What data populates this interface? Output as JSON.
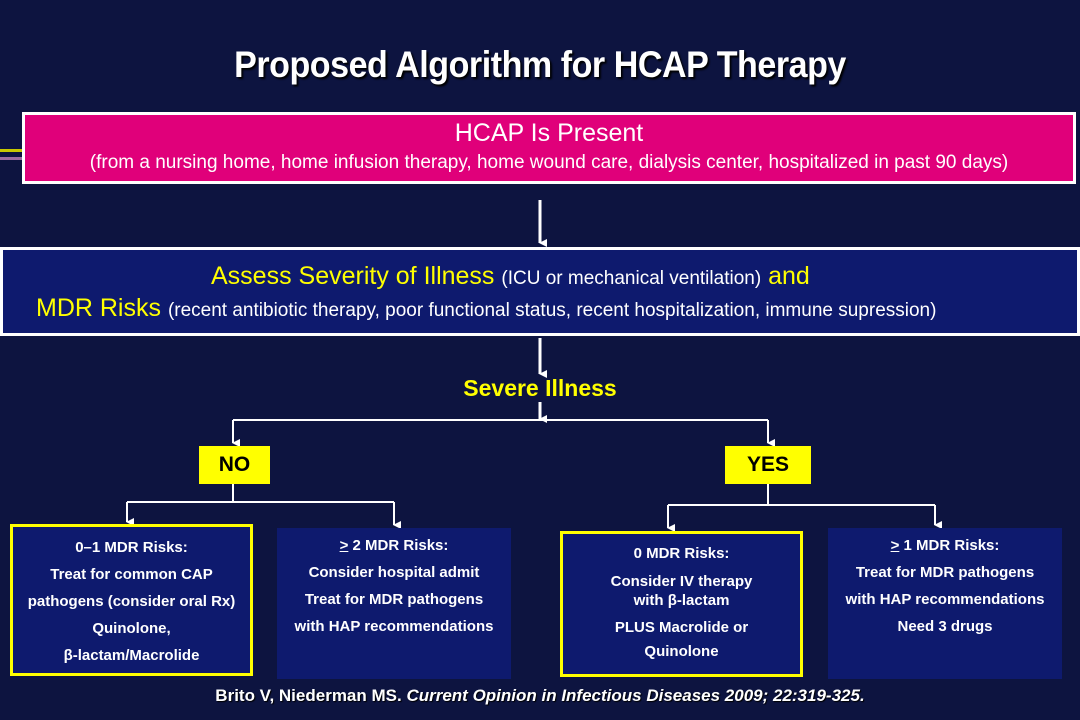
{
  "title": "Proposed Algorithm for HCAP Therapy",
  "colors": {
    "background": "#0d1440",
    "hcap_box": "#e0007a",
    "assess_box": "#0e1a6e",
    "highlight": "#ffff00",
    "deco_line_1": "#c8c800",
    "deco_line_2": "#9a6aa0"
  },
  "hcap": {
    "title": "HCAP Is Present",
    "subtitle": "(from a nursing home, home infusion therapy, home wound care, dialysis center, hospitalized in past 90 days)"
  },
  "assess": {
    "line1_main": "Assess Severity of Illness",
    "line1_detail": "(ICU or mechanical ventilation)",
    "line1_join": "and",
    "line2_main": "MDR Risks",
    "line2_detail": "(recent antibiotic therapy, poor functional status, recent  hospitalization, immune supression)"
  },
  "severe_label": "Severe Illness",
  "decisions": {
    "no": "NO",
    "yes": "YES"
  },
  "cards": {
    "no_low": {
      "heading": "0–1 MDR Risks:",
      "lines": [
        "Treat for common CAP",
        "pathogens (consider oral Rx)",
        "Quinolone,",
        "β-lactam/Macrolide"
      ]
    },
    "no_high": {
      "heading_symbol": ">",
      "heading_rest": " 2 MDR Risks:",
      "lines": [
        "Consider hospital admit",
        "Treat for MDR pathogens",
        "with HAP recommendations"
      ]
    },
    "yes_low": {
      "heading": "0  MDR Risks:",
      "lines": [
        "Consider IV therapy",
        "with β-lactam",
        "PLUS Macrolide or",
        "Quinolone"
      ]
    },
    "yes_high": {
      "heading_symbol": ">",
      "heading_rest": "  1 MDR Risks:",
      "lines": [
        "Treat for MDR pathogens",
        "with HAP recommendations",
        "Need 3 drugs"
      ]
    }
  },
  "citation": {
    "authors": "Brito V, Niederman MS.",
    "journal": "Current Opinion in Infectious Diseases 2009; 22:319-325."
  }
}
